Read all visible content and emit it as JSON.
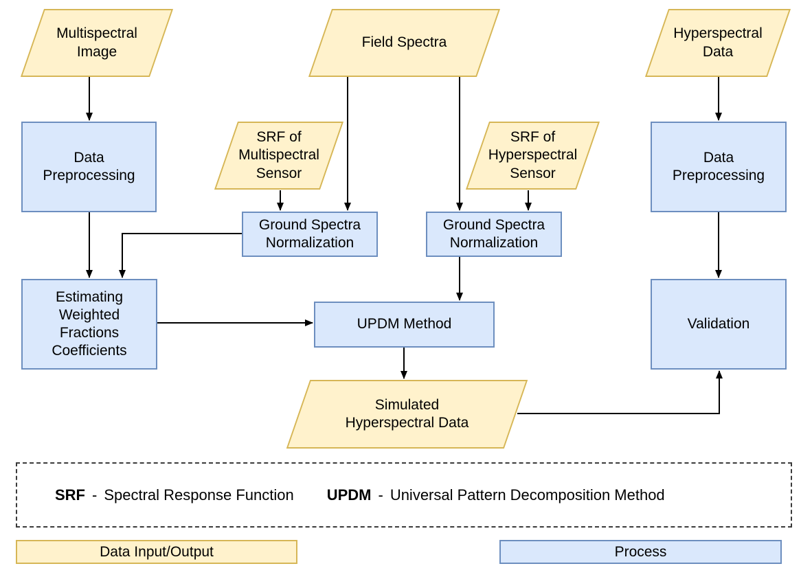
{
  "nodes": {
    "multispectral_image": {
      "label": "Multispectral\nImage",
      "type": "data-io"
    },
    "field_spectra": {
      "label": "Field Spectra",
      "type": "data-io"
    },
    "hyperspectral_data": {
      "label": "Hyperspectral\nData",
      "type": "data-io"
    },
    "data_preprocessing_left": {
      "label": "Data\nPreprocessing",
      "type": "process"
    },
    "data_preprocessing_right": {
      "label": "Data\nPreprocessing",
      "type": "process"
    },
    "srf_multispectral": {
      "label": "SRF of\nMultispectral\nSensor",
      "type": "data-io"
    },
    "srf_hyperspectral": {
      "label": "SRF of\nHyperspectral\nSensor",
      "type": "data-io"
    },
    "gsn_left": {
      "label": "Ground Spectra\nNormalization",
      "type": "process"
    },
    "gsn_right": {
      "label": "Ground Spectra\nNormalization",
      "type": "process"
    },
    "ewfc": {
      "label": "Estimating\nWeighted\nFractions\nCoefficients",
      "type": "process"
    },
    "updm": {
      "label": "UPDM Method",
      "type": "process"
    },
    "validation": {
      "label": "Validation",
      "type": "process"
    },
    "simulated_hyperspectral": {
      "label": "Simulated\nHyperspectral Data",
      "type": "data-io"
    }
  },
  "legend": {
    "abbreviations": [
      {
        "abbr": "SRF",
        "sep": "-",
        "full": "Spectral Response Function"
      },
      {
        "abbr": "UPDM",
        "sep": "-",
        "full": "Universal Pattern Decomposition Method"
      }
    ],
    "key_io": "Data Input/Output",
    "key_process": "Process"
  },
  "colors": {
    "io_fill": "#FFF2CC",
    "io_border": "#D6B656",
    "process_fill": "#DAE8FC",
    "process_border": "#6C8EBF",
    "arrow": "#000000",
    "background": "#FFFFFF"
  }
}
